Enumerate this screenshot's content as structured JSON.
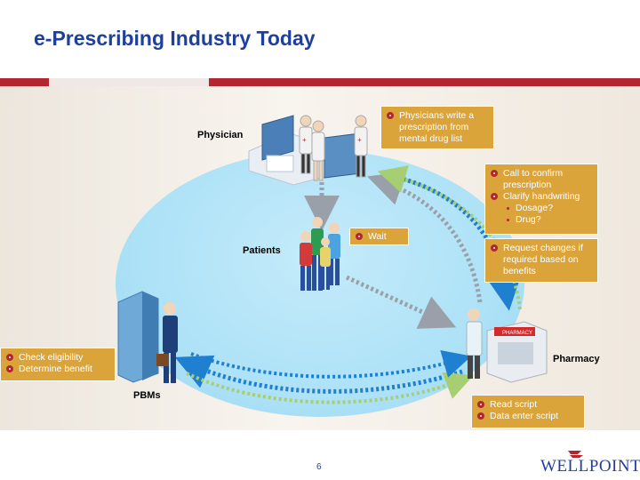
{
  "title": "e-Prescribing Industry Today",
  "nodes": {
    "physician": "Physician",
    "patients": "Patients",
    "pharmacy": "Pharmacy",
    "pbms": "PBMs"
  },
  "callouts": {
    "physician_note": [
      "Physicians write a prescription from mental drug list"
    ],
    "call_confirm": {
      "items": [
        "Call to confirm prescription",
        "Clarify handwriting"
      ],
      "subitems": [
        "Dosage?",
        "Drug?"
      ]
    },
    "wait": [
      "Wait"
    ],
    "request_changes": [
      "Request changes if required based on benefits"
    ],
    "pbm_notes": [
      "Check eligibility",
      "Determine benefit"
    ],
    "pharmacy_notes": [
      "Read script",
      "Data enter script"
    ]
  },
  "slide_number": "6",
  "logo_text": "WELLPOINT.",
  "colors": {
    "title": "#1f3f9c",
    "band": "#b3262f",
    "callout": "#dba43b",
    "arrow_blue": "#1f7fd1",
    "arrow_gray": "#9aa0aa",
    "arrow_green": "#a6cf73"
  }
}
